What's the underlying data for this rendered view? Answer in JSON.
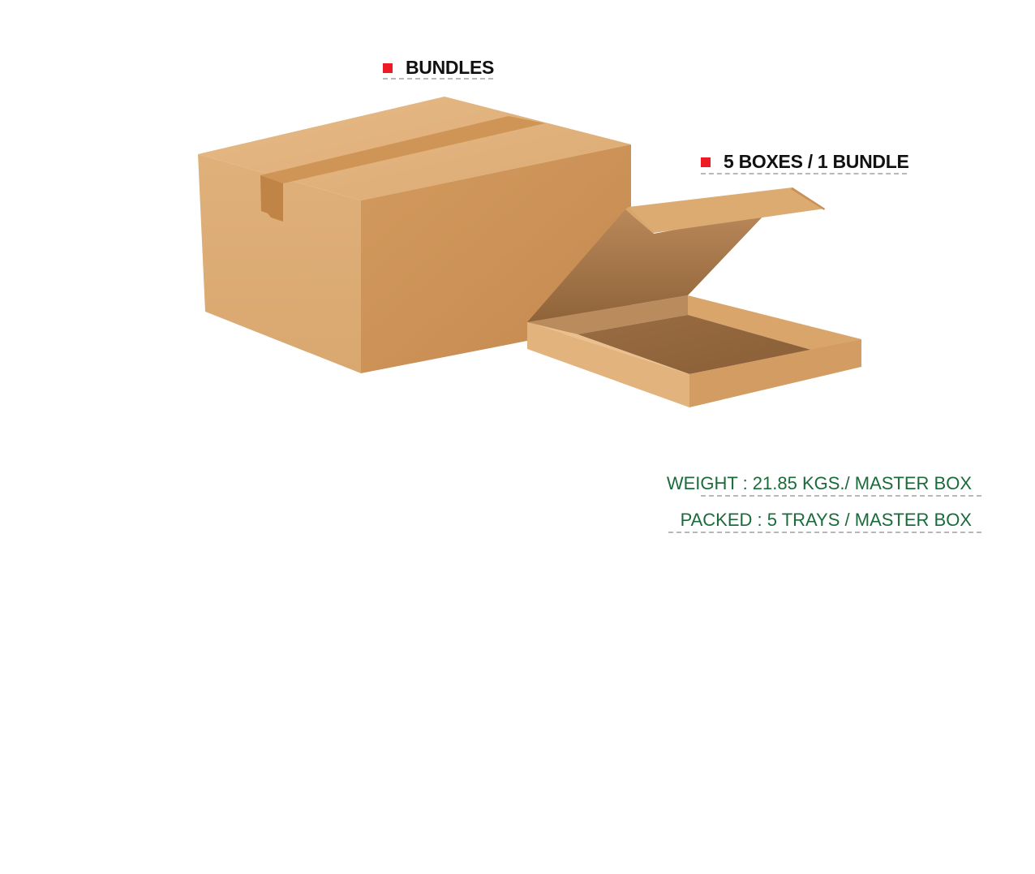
{
  "labels": {
    "bundles": "BUNDLES",
    "boxes_per_bundle": "5 BOXES / 1 BUNDLE"
  },
  "specs": {
    "weight": "WEIGHT : 21.85 KGS./ MASTER BOX",
    "packed": "PACKED : 5 TRAYS / MASTER BOX"
  },
  "colors": {
    "bullet": "#ed1c24",
    "spec_text": "#1a6b3a",
    "cardboard_light": "#e0b07b",
    "cardboard_dark": "#c58b52"
  }
}
